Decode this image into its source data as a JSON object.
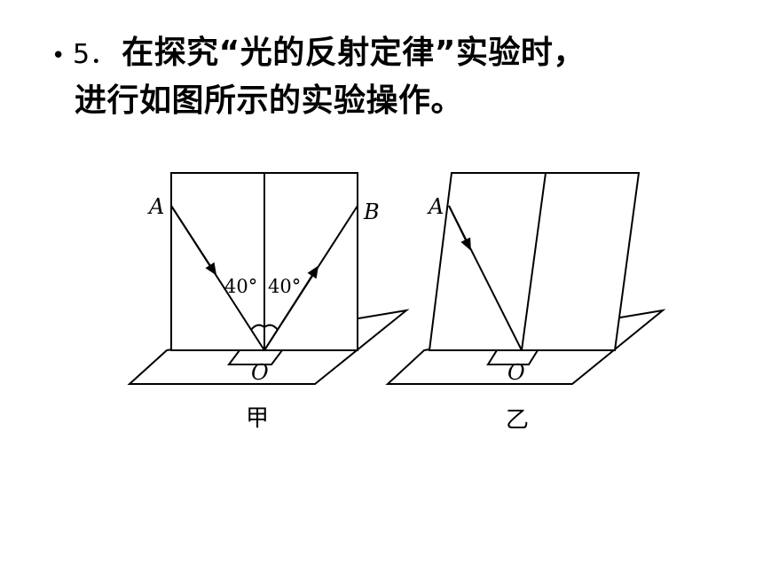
{
  "question": {
    "bullet": "•",
    "number": "5．",
    "line1": "在探究“光的反射定律”实验时，",
    "line2": "进行如图所示的实验操作。"
  },
  "figure": {
    "jia": {
      "point_a": "A",
      "point_b": "B",
      "point_o": "O",
      "angle_left": "40°",
      "angle_right": "40°",
      "caption": "甲"
    },
    "yi": {
      "point_a": "A",
      "point_o": "O",
      "caption": "乙"
    }
  }
}
